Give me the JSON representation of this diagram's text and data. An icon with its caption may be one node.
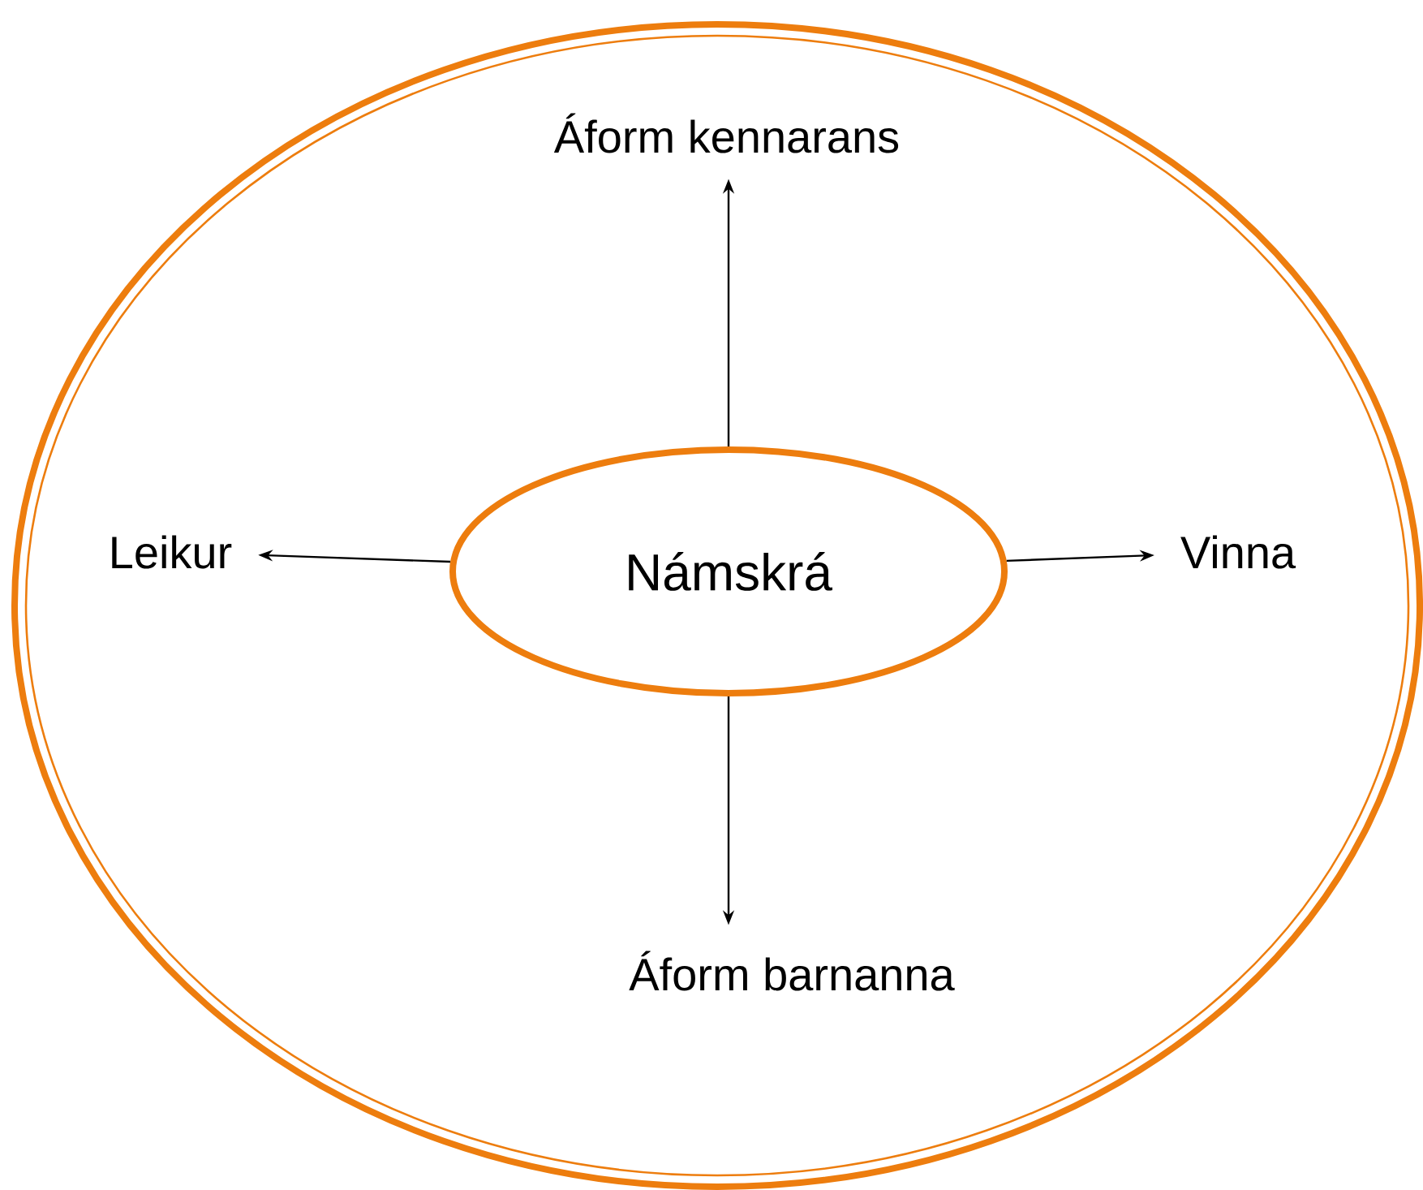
{
  "diagram": {
    "nodes": [
      {
        "text": [],
        "shape": "ellipse"
      },
      {
        "text": [
          "Námskrá"
        ],
        "in": 0
      },
      {
        "text": [
          "Áform kennarans"
        ],
        "in": 0
      },
      {
        "text": [
          "Leikur"
        ],
        "in": 0
      },
      {
        "text": [
          "Vinna"
        ],
        "in": 0
      },
      {
        "text": [
          "Áform barnanna"
        ],
        "in": 0
      }
    ],
    "edges": [
      {
        "from": 1,
        "to": 2,
        "arrow": "to"
      },
      {
        "from": 1,
        "to": 3,
        "arrow": "to"
      },
      {
        "from": 1,
        "to": 4,
        "arrow": "to"
      },
      {
        "from": 1,
        "to": 5,
        "arrow": "to"
      }
    ]
  }
}
